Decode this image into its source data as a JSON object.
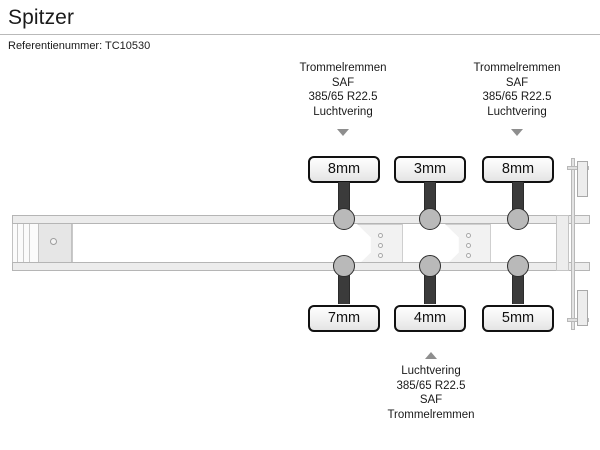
{
  "header": {
    "title": "Spitzer",
    "reference_label": "Referentienummer: TC10530"
  },
  "diagram": {
    "vehicle_type": "semi-trailer-axle-diagram",
    "callouts": {
      "top_left": {
        "line1": "Trommelremmen",
        "line2": "SAF",
        "line3": "385/65 R22.5",
        "line4": "Luchtvering",
        "arrow": "arrow-down-icon"
      },
      "top_right": {
        "line1": "Trommelremmen",
        "line2": "SAF",
        "line3": "385/65 R22.5",
        "line4": "Luchtvering",
        "arrow": "arrow-down-icon"
      },
      "bottom_center": {
        "line1": "Luchtvering",
        "line2": "385/65 R22.5",
        "line3": "SAF",
        "line4": "Trommelremmen",
        "arrow": "arrow-up-icon"
      }
    },
    "tread_badges": {
      "top": [
        {
          "axle": "axle-1",
          "value": "8mm"
        },
        {
          "axle": "axle-2",
          "value": "3mm"
        },
        {
          "axle": "axle-3",
          "value": "8mm"
        }
      ],
      "bottom": [
        {
          "axle": "axle-1",
          "value": "7mm"
        },
        {
          "axle": "axle-2",
          "value": "4mm"
        },
        {
          "axle": "axle-3",
          "value": "5mm"
        }
      ]
    },
    "colors": {
      "axle": "#3b3b3b",
      "hub": "#b9b9b9",
      "rail": "#ececec",
      "badge_border": "#111111",
      "arrow": "#8e8e8e",
      "rule": "#b9b9b9",
      "text": "#1a1a1a"
    }
  }
}
